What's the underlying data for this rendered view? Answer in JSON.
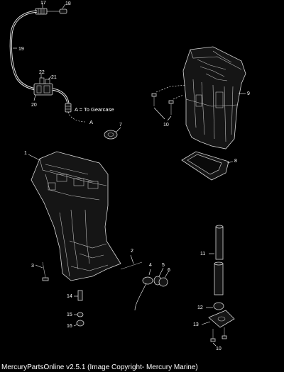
{
  "callouts": {
    "c1": "1",
    "c2": "2",
    "c3": "3",
    "c4": "4",
    "c5": "5",
    "c6": "6",
    "c7": "7",
    "c8": "8",
    "c9": "9",
    "c10a": "10",
    "c10b": "10",
    "c11": "11",
    "c12": "12",
    "c13": "13",
    "c14": "14",
    "c15": "15",
    "c16": "16",
    "c17": "17",
    "c18": "18",
    "c19": "19",
    "c20": "20",
    "c21": "21",
    "c22": "22"
  },
  "labels": {
    "gearcase_note": "A = To Gearcase",
    "point_a": "A"
  },
  "footer": {
    "text": "MercuryPartsOnline v2.5.1 (Image Copyright- Mercury Marine)"
  }
}
